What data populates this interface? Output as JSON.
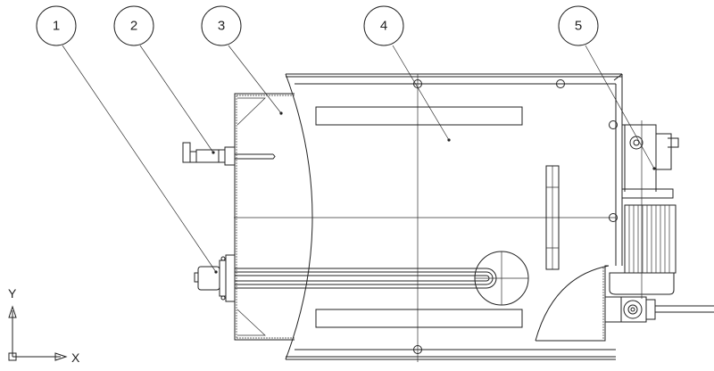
{
  "drawing": {
    "balloons": [
      {
        "label": "1"
      },
      {
        "label": "2"
      },
      {
        "label": "3"
      },
      {
        "label": "4"
      },
      {
        "label": "5"
      }
    ],
    "axes": {
      "y_label": "Y",
      "x_label": "X"
    }
  }
}
